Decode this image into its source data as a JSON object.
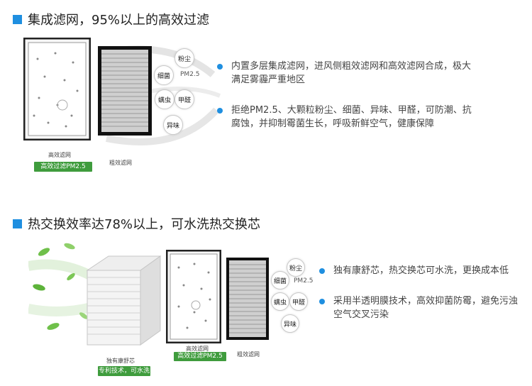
{
  "section1": {
    "title": "集成滤网，95%以上的高效过滤",
    "bullets": [
      "内置多层集成滤网，进风侧粗效滤网和高效滤网合成，极大满足雾霾严重地区",
      "拒绝PM2.5、大颗粒粉尘、细菌、异味、甲醛，可防潮、抗腐蚀，并抑制霉菌生长，呼吸新鲜空气，健康保障"
    ],
    "labels": {
      "hepa": "高效滤网",
      "hepa_tag": "高效过滤PM2.5",
      "coarse": "粗效滤网"
    },
    "pollutants": {
      "dust": "粉尘",
      "bacteria": "细菌",
      "pm25": "PM2.5",
      "mite": "螨虫",
      "formaldehyde": "甲醛",
      "odor": "异味"
    }
  },
  "section2": {
    "title": "热交换效率达78%以上，可水洗热交换芯",
    "bullets": [
      "独有康舒芯，热交换芯可水洗，更换成本低",
      "采用半透明膜技术，高效抑菌防霉，避免污浊空气交叉污染"
    ],
    "labels": {
      "core": "独有康舒芯",
      "core_tag": "专利技术，可水洗",
      "hepa": "高效滤网",
      "hepa_tag": "高效过滤PM2.5",
      "coarse": "粗效滤网"
    },
    "pollutants": {
      "dust": "粉尘",
      "bacteria": "细菌",
      "pm25": "PM2.5",
      "mite": "螨虫",
      "formaldehyde": "甲醛",
      "odor": "异味"
    }
  },
  "colors": {
    "accent_blue": "#1f8fe0",
    "tag_green": "#3f9c3d"
  }
}
